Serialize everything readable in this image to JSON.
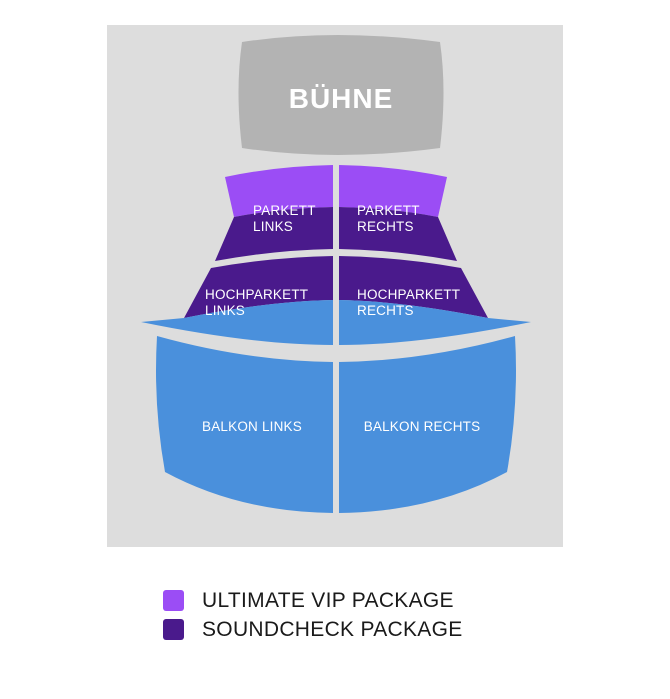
{
  "panel": {
    "background_color": "#dddddd"
  },
  "stage": {
    "label": "BÜHNE",
    "color": "#b3b3b3"
  },
  "colors": {
    "ultimate_vip": "#9B4DF5",
    "soundcheck": "#4A1A8C",
    "standard": "#4A90DC",
    "divider": "#e8e8e8",
    "stage_gray": "#b3b3b3",
    "panel_gray": "#dddddd",
    "label_text": "#ffffff",
    "legend_text": "#1a1a1a"
  },
  "sections": [
    {
      "id": "parkett-links",
      "label_line1": "PARKETT",
      "label_line2": "LINKS",
      "side": "left",
      "tiers": [
        "ultimate_vip",
        "soundcheck"
      ]
    },
    {
      "id": "parkett-rechts",
      "label_line1": "PARKETT",
      "label_line2": "RECHTS",
      "side": "right",
      "tiers": [
        "ultimate_vip",
        "soundcheck"
      ]
    },
    {
      "id": "hochparkett-links",
      "label_line1": "HOCHPARKETT",
      "label_line2": "LINKS",
      "side": "left",
      "tiers": [
        "soundcheck",
        "standard"
      ]
    },
    {
      "id": "hochparkett-rechts",
      "label_line1": "HOCHPARKETT",
      "label_line2": "RECHTS",
      "side": "right",
      "tiers": [
        "soundcheck",
        "standard"
      ]
    },
    {
      "id": "balkon-links",
      "label_line1": "BALKON LINKS",
      "label_line2": "",
      "side": "left",
      "tiers": [
        "standard"
      ]
    },
    {
      "id": "balkon-rechts",
      "label_line1": "BALKON RECHTS",
      "label_line2": "",
      "side": "right",
      "tiers": [
        "standard"
      ]
    }
  ],
  "legend": {
    "items": [
      {
        "label": "ULTIMATE VIP PACKAGE",
        "color": "#9B4DF5"
      },
      {
        "label": "SOUNDCHECK PACKAGE",
        "color": "#4A1A8C"
      }
    ]
  }
}
